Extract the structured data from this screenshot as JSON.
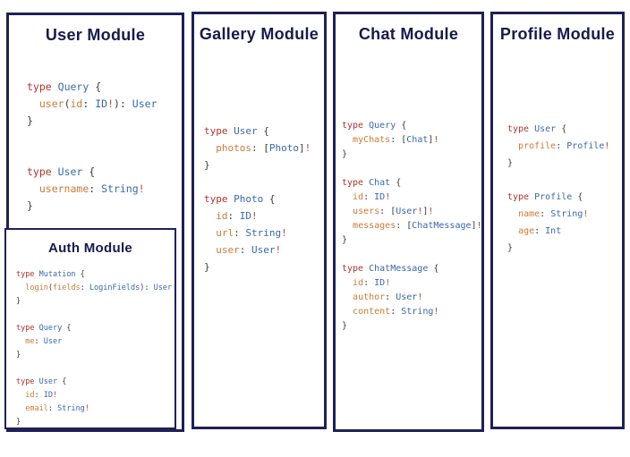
{
  "colors": {
    "border": "#1f2057",
    "title": "#171a4d",
    "keyword": "#b0342e",
    "typename": "#3a67ae",
    "field": "#cb7a35",
    "punct": "#3c3c44",
    "bang": "#b5463a"
  },
  "panels": [
    {
      "name": "user-module",
      "title": "User Module",
      "code": [
        [
          [
            "type",
            "k"
          ],
          [
            " ",
            "p"
          ],
          [
            "Query",
            "t"
          ],
          [
            " {",
            "p"
          ]
        ],
        [
          [
            "  ",
            "p"
          ],
          [
            "user",
            "f"
          ],
          [
            "(",
            "p"
          ],
          [
            "id",
            "f"
          ],
          [
            ": ",
            "p"
          ],
          [
            "ID",
            "t"
          ],
          [
            "!",
            "b"
          ],
          [
            "): ",
            "p"
          ],
          [
            "User",
            "t"
          ]
        ],
        [
          [
            "}",
            "p"
          ]
        ],
        [],
        [],
        [
          [
            "type",
            "k"
          ],
          [
            " ",
            "p"
          ],
          [
            "User",
            "t"
          ],
          [
            " {",
            "p"
          ]
        ],
        [
          [
            "  ",
            "p"
          ],
          [
            "username",
            "f"
          ],
          [
            ": ",
            "p"
          ],
          [
            "String",
            "t"
          ],
          [
            "!",
            "b"
          ]
        ],
        [
          [
            "}",
            "p"
          ]
        ]
      ]
    },
    {
      "name": "gallery-module",
      "title": "Gallery Module",
      "code": [
        [
          [
            "type",
            "k"
          ],
          [
            " ",
            "p"
          ],
          [
            "User",
            "t"
          ],
          [
            " {",
            "p"
          ]
        ],
        [
          [
            "  ",
            "p"
          ],
          [
            "photos",
            "f"
          ],
          [
            ": [",
            "p"
          ],
          [
            "Photo",
            "t"
          ],
          [
            "]",
            "p"
          ],
          [
            "!",
            "b"
          ]
        ],
        [
          [
            "}",
            "p"
          ]
        ],
        [],
        [
          [
            "type",
            "k"
          ],
          [
            " ",
            "p"
          ],
          [
            "Photo",
            "t"
          ],
          [
            " {",
            "p"
          ]
        ],
        [
          [
            "  ",
            "p"
          ],
          [
            "id",
            "f"
          ],
          [
            ": ",
            "p"
          ],
          [
            "ID",
            "t"
          ],
          [
            "!",
            "b"
          ]
        ],
        [
          [
            "  ",
            "p"
          ],
          [
            "url",
            "f"
          ],
          [
            ": ",
            "p"
          ],
          [
            "String",
            "t"
          ],
          [
            "!",
            "b"
          ]
        ],
        [
          [
            "  ",
            "p"
          ],
          [
            "user",
            "f"
          ],
          [
            ": ",
            "p"
          ],
          [
            "User",
            "t"
          ],
          [
            "!",
            "b"
          ]
        ],
        [
          [
            "}",
            "p"
          ]
        ]
      ]
    },
    {
      "name": "chat-module",
      "title": "Chat Module",
      "code": [
        [
          [
            "type",
            "k"
          ],
          [
            " ",
            "p"
          ],
          [
            "Query",
            "t"
          ],
          [
            " {",
            "p"
          ]
        ],
        [
          [
            "  ",
            "p"
          ],
          [
            "myChats",
            "f"
          ],
          [
            ": [",
            "p"
          ],
          [
            "Chat",
            "t"
          ],
          [
            "]",
            "p"
          ],
          [
            "!",
            "b"
          ]
        ],
        [
          [
            "}",
            "p"
          ]
        ],
        [],
        [
          [
            "type",
            "k"
          ],
          [
            " ",
            "p"
          ],
          [
            "Chat",
            "t"
          ],
          [
            " {",
            "p"
          ]
        ],
        [
          [
            "  ",
            "p"
          ],
          [
            "id",
            "f"
          ],
          [
            ": ",
            "p"
          ],
          [
            "ID",
            "t"
          ],
          [
            "!",
            "b"
          ]
        ],
        [
          [
            "  ",
            "p"
          ],
          [
            "users",
            "f"
          ],
          [
            ": [",
            "p"
          ],
          [
            "User",
            "t"
          ],
          [
            "!",
            "b"
          ],
          [
            "]",
            "p"
          ],
          [
            "!",
            "b"
          ]
        ],
        [
          [
            "  ",
            "p"
          ],
          [
            "messages",
            "f"
          ],
          [
            ": [",
            "p"
          ],
          [
            "ChatMessage",
            "t"
          ],
          [
            "]",
            "p"
          ],
          [
            "!",
            "b"
          ]
        ],
        [
          [
            "}",
            "p"
          ]
        ],
        [],
        [
          [
            "type",
            "k"
          ],
          [
            " ",
            "p"
          ],
          [
            "ChatMessage",
            "t"
          ],
          [
            " {",
            "p"
          ]
        ],
        [
          [
            "  ",
            "p"
          ],
          [
            "id",
            "f"
          ],
          [
            ": ",
            "p"
          ],
          [
            "ID",
            "t"
          ],
          [
            "!",
            "b"
          ]
        ],
        [
          [
            "  ",
            "p"
          ],
          [
            "author",
            "f"
          ],
          [
            ": ",
            "p"
          ],
          [
            "User",
            "t"
          ],
          [
            "!",
            "b"
          ]
        ],
        [
          [
            "  ",
            "p"
          ],
          [
            "content",
            "f"
          ],
          [
            ": ",
            "p"
          ],
          [
            "String",
            "t"
          ],
          [
            "!",
            "b"
          ]
        ],
        [
          [
            "}",
            "p"
          ]
        ]
      ]
    },
    {
      "name": "profile-module",
      "title": "Profile Module",
      "code": [
        [
          [
            "type",
            "k"
          ],
          [
            " ",
            "p"
          ],
          [
            "User",
            "t"
          ],
          [
            " {",
            "p"
          ]
        ],
        [
          [
            "  ",
            "p"
          ],
          [
            "profile",
            "f"
          ],
          [
            ": ",
            "p"
          ],
          [
            "Profile",
            "t"
          ],
          [
            "!",
            "b"
          ]
        ],
        [
          [
            "}",
            "p"
          ]
        ],
        [],
        [
          [
            "type",
            "k"
          ],
          [
            " ",
            "p"
          ],
          [
            "Profile",
            "t"
          ],
          [
            " {",
            "p"
          ]
        ],
        [
          [
            "  ",
            "p"
          ],
          [
            "name",
            "f"
          ],
          [
            ": ",
            "p"
          ],
          [
            "String",
            "t"
          ],
          [
            "!",
            "b"
          ]
        ],
        [
          [
            "  ",
            "p"
          ],
          [
            "age",
            "f"
          ],
          [
            ": ",
            "p"
          ],
          [
            "Int",
            "t"
          ]
        ],
        [
          [
            "}",
            "p"
          ]
        ]
      ]
    }
  ],
  "auth": {
    "title": "Auth Module",
    "code": [
      [
        [
          "type",
          "k"
        ],
        [
          " ",
          "p"
        ],
        [
          "Mutation",
          "t"
        ],
        [
          " {",
          "p"
        ]
      ],
      [
        [
          "  ",
          "p"
        ],
        [
          "login",
          "f"
        ],
        [
          "(",
          "p"
        ],
        [
          "fields",
          "f"
        ],
        [
          ": ",
          "p"
        ],
        [
          "LoginFields",
          "t"
        ],
        [
          "): ",
          "p"
        ],
        [
          "User",
          "t"
        ]
      ],
      [
        [
          "}",
          "p"
        ]
      ],
      [],
      [
        [
          "type",
          "k"
        ],
        [
          " ",
          "p"
        ],
        [
          "Query",
          "t"
        ],
        [
          " {",
          "p"
        ]
      ],
      [
        [
          "  ",
          "p"
        ],
        [
          "me",
          "f"
        ],
        [
          ": ",
          "p"
        ],
        [
          "User",
          "t"
        ]
      ],
      [
        [
          "}",
          "p"
        ]
      ],
      [],
      [
        [
          "type",
          "k"
        ],
        [
          " ",
          "p"
        ],
        [
          "User",
          "t"
        ],
        [
          " {",
          "p"
        ]
      ],
      [
        [
          "  ",
          "p"
        ],
        [
          "id",
          "f"
        ],
        [
          ": ",
          "p"
        ],
        [
          "ID",
          "t"
        ],
        [
          "!",
          "b"
        ]
      ],
      [
        [
          "  ",
          "p"
        ],
        [
          "email",
          "f"
        ],
        [
          ": ",
          "p"
        ],
        [
          "String",
          "t"
        ],
        [
          "!",
          "b"
        ]
      ],
      [
        [
          "}",
          "p"
        ]
      ]
    ]
  }
}
